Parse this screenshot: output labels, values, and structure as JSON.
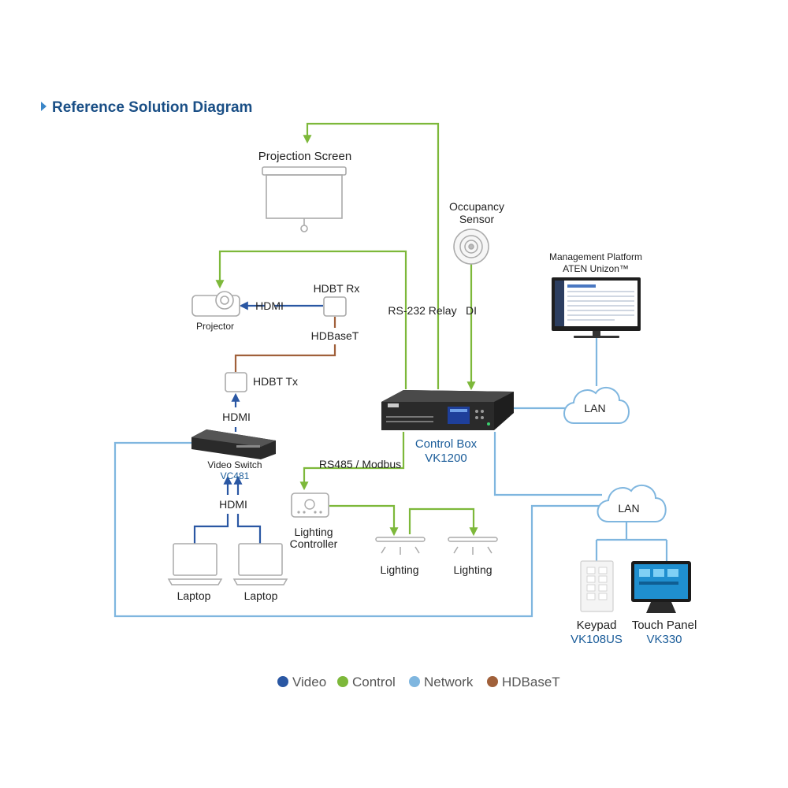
{
  "title": "Reference Solution Diagram",
  "colors": {
    "video": "#2a57a3",
    "control": "#7db83a",
    "network": "#7fb6df",
    "hdbaset": "#a0603a",
    "title": "#1a4f86",
    "model": "#1a5c99"
  },
  "nodes": {
    "projection_screen": "Projection Screen",
    "occupancy_sensor_l1": "Occupancy",
    "occupancy_sensor_l2": "Sensor",
    "management_l1": "Management Platform",
    "management_l2": "ATEN Unizon™",
    "projector": "Projector",
    "hdbt_rx": "HDBT Rx",
    "hdbt_tx": "HDBT Tx",
    "video_switch": "Video Switch",
    "video_switch_model": "VC481",
    "control_box": "Control Box",
    "control_box_model": "VK1200",
    "lighting_controller_l1": "Lighting",
    "lighting_controller_l2": "Controller",
    "lighting_1": "Lighting",
    "lighting_2": "Lighting",
    "laptop_1": "Laptop",
    "laptop_2": "Laptop",
    "lan_1": "LAN",
    "lan_2": "LAN",
    "keypad": "Keypad",
    "keypad_model": "VK108US",
    "touch_panel": "Touch Panel",
    "touch_panel_model": "VK330"
  },
  "connections": {
    "hdmi_projector": "HDMI",
    "hdbaset": "HDBaseT",
    "hdmi_switch": "HDMI",
    "hdmi_laptops": "HDMI",
    "rs232": "RS-232 Relay",
    "di": "DI",
    "rs485": "RS485 / Modbus"
  },
  "legend": [
    {
      "label": "Video",
      "color": "#2a57a3"
    },
    {
      "label": "Control",
      "color": "#7db83a"
    },
    {
      "label": "Network",
      "color": "#7fb6df"
    },
    {
      "label": "HDBaseT",
      "color": "#a0603a"
    }
  ]
}
